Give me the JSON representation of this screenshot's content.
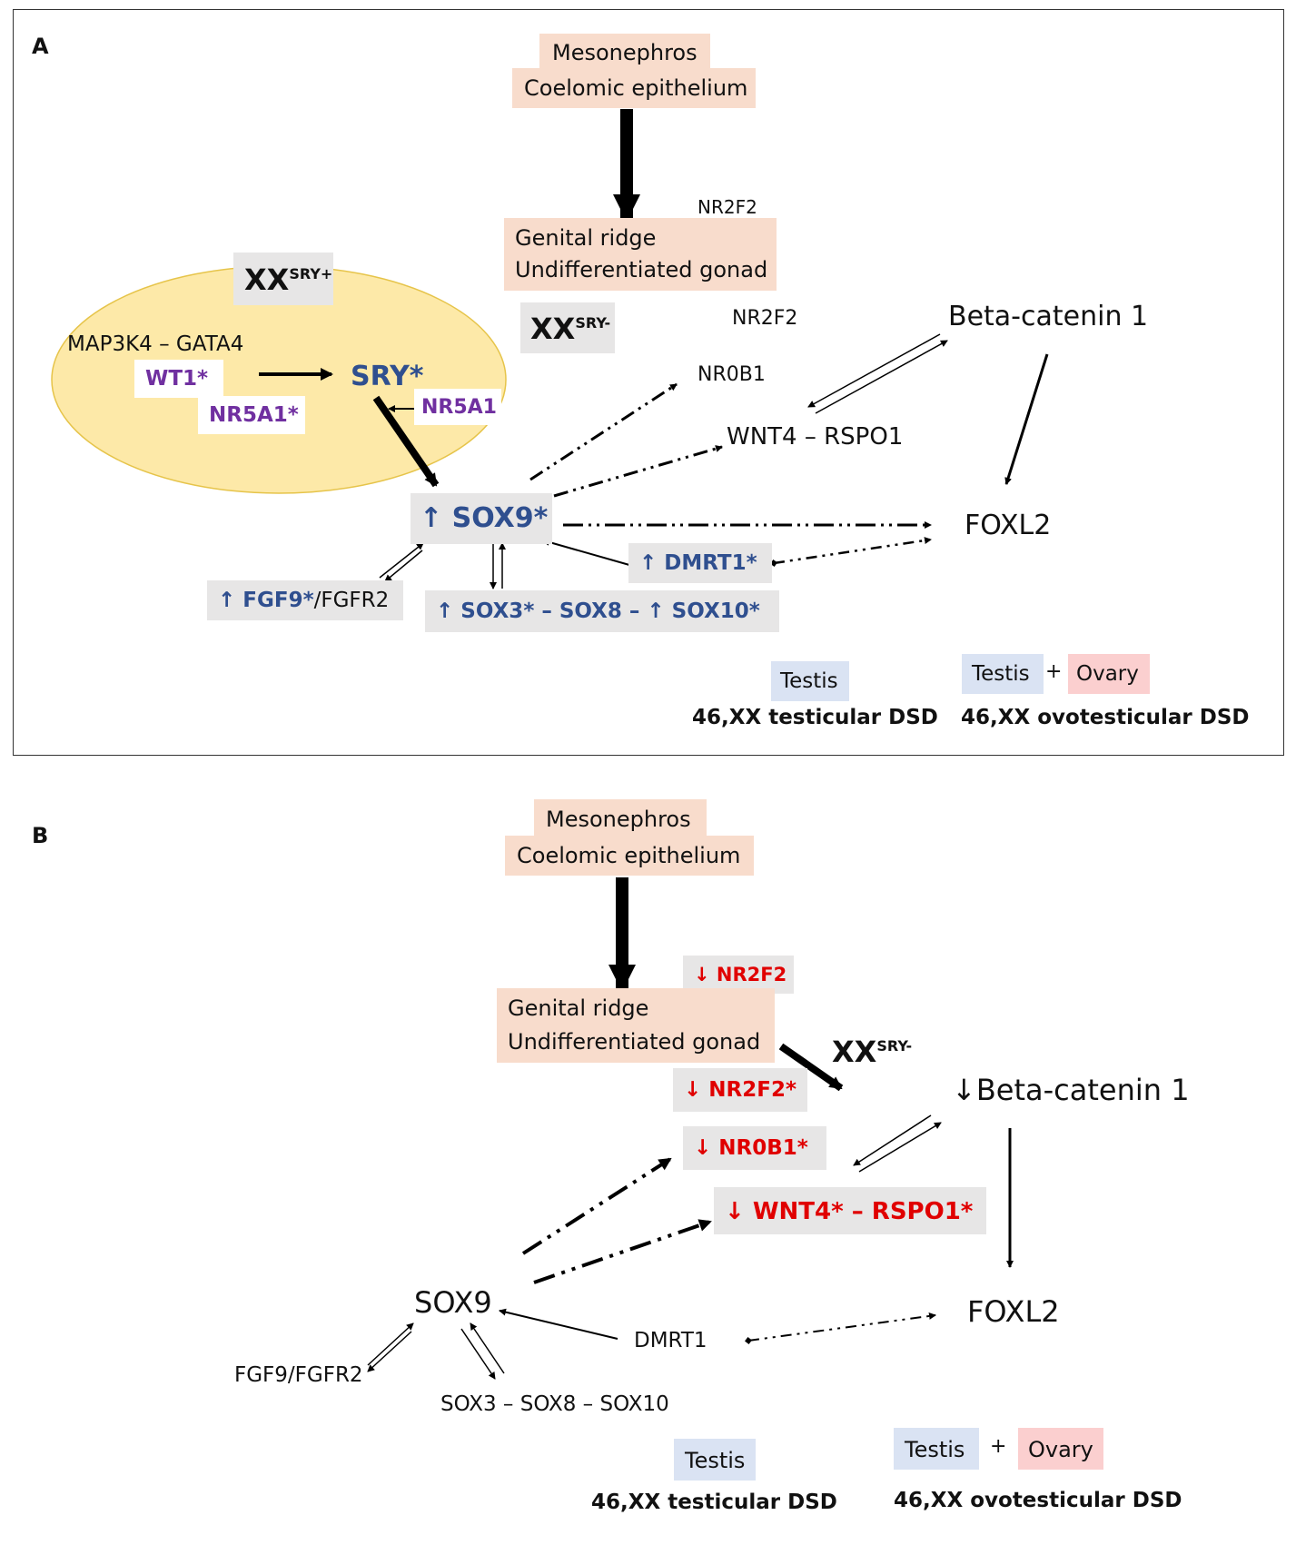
{
  "panel_a": {
    "label": "A",
    "mesonephros": "Mesonephros",
    "coelomic": "Coelomic epithelium",
    "nr2f2_top": "NR2F2",
    "genital_ridge": "Genital ridge",
    "undiff_gonad": "Undifferentiated gonad",
    "xx_sry_plus_base": "XX",
    "xx_sry_plus_sup": "SRY+",
    "xx_sry_minus_base": "XX",
    "xx_sry_minus_sup": "SRY-",
    "map3k4_gata4": "MAP3K4 – GATA4",
    "wt1": "WT1*",
    "nr5a1_star": "NR5A1*",
    "sry": "SRY*",
    "nr5a1": "NR5A1",
    "nr2f2": "NR2F2",
    "nr0b1": "NR0B1",
    "wnt4_rspo1": "WNT4 – RSPO1",
    "beta_catenin": "Beta-catenin 1",
    "foxl2": "FOXL2",
    "sox9": "↑ SOX9*",
    "dmrt1": "↑ DMRT1*",
    "fgf9_up": "↑ FGF9*",
    "fgfr2": "/FGFR2",
    "sox_group": "↑ SOX3* – SOX8 – ↑ SOX10*",
    "testis_1": "Testis",
    "testicular_dsd": "46,XX testicular DSD",
    "testis_2": "Testis",
    "plus": "+",
    "ovary": "Ovary",
    "ovotesticular_dsd": "46,XX ovotesticular DSD"
  },
  "panel_b": {
    "label": "B",
    "mesonephros": "Mesonephros",
    "coelomic": "Coelomic epithelium",
    "nr2f2_down": "↓ NR2F2",
    "genital_ridge": "Genital ridge",
    "undiff_gonad": "Undifferentiated gonad",
    "xx_sry_minus_base": "XX",
    "xx_sry_minus_sup": "SRY-",
    "nr2f2_star": "↓ NR2F2*",
    "nr0b1_star": "↓ NR0B1*",
    "wnt4_rspo1_star": "↓ WNT4* – RSPO1*",
    "beta_catenin": "↓Beta-catenin 1",
    "foxl2": "FOXL2",
    "sox9": "SOX9",
    "dmrt1": "DMRT1",
    "fgf9_fgfr2": "FGF9/FGFR2",
    "sox_group": "SOX3 – SOX8 – SOX10",
    "testis_1": "Testis",
    "testicular_dsd": "46,XX testicular DSD",
    "testis_2": "Testis",
    "plus": "+",
    "ovary": "Ovary",
    "ovotesticular_dsd": "46,XX ovotesticular DSD"
  },
  "colors": {
    "peach": "#f8dccc",
    "gray": "#e7e6e6",
    "blue_box": "#dae3f3",
    "pink_box": "#fbcfcf",
    "ellipse_fill": "#fde9a8",
    "ellipse_stroke": "#e6c44a",
    "blue_text": "#2f4f8f",
    "purple_text": "#7030a0",
    "red_text": "#e00000"
  }
}
